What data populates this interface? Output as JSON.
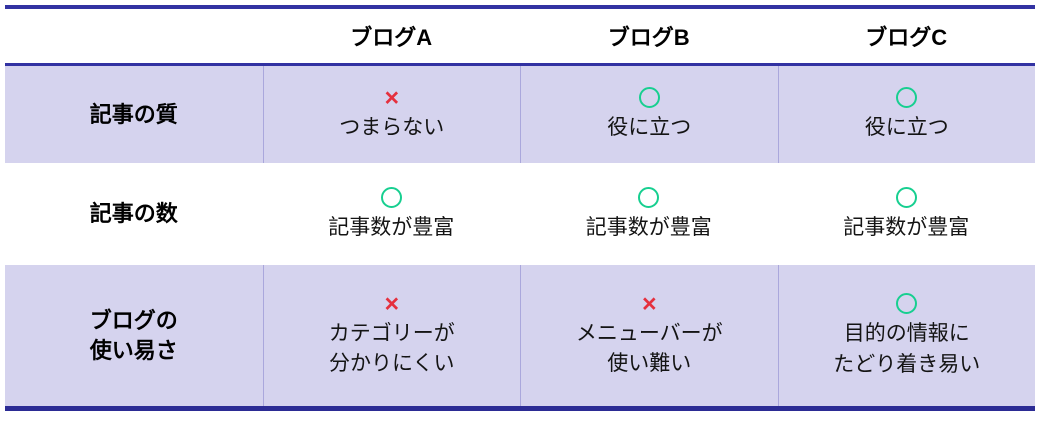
{
  "table": {
    "header": {
      "corner": "",
      "columns": [
        "ブログA",
        "ブログB",
        "ブログC"
      ]
    },
    "rows": [
      {
        "label": "記事の質",
        "cells": [
          {
            "mark": "cross",
            "text": "つまらない"
          },
          {
            "mark": "circle",
            "text": "役に立つ"
          },
          {
            "mark": "circle",
            "text": "役に立つ"
          }
        ]
      },
      {
        "label": "記事の数",
        "cells": [
          {
            "mark": "circle",
            "text": "記事数が豊富"
          },
          {
            "mark": "circle",
            "text": "記事数が豊富"
          },
          {
            "mark": "circle",
            "text": "記事数が豊富"
          }
        ]
      },
      {
        "label": "ブログの\n使い易さ",
        "cells": [
          {
            "mark": "cross",
            "text": "カテゴリーが\n分かりにくい"
          },
          {
            "mark": "cross",
            "text": "メニューバーが\n使い難い"
          },
          {
            "mark": "circle",
            "text": "目的の情報に\nたどり着き易い"
          }
        ]
      }
    ],
    "marks": {
      "cross_glyph": "×",
      "cross_color": "#e5303e",
      "circle_color": "#17cf90"
    },
    "colors": {
      "rule_navy": "#3232a2",
      "row_tint": "#d5d3ee",
      "column_separator": "#aaa7dc"
    }
  }
}
